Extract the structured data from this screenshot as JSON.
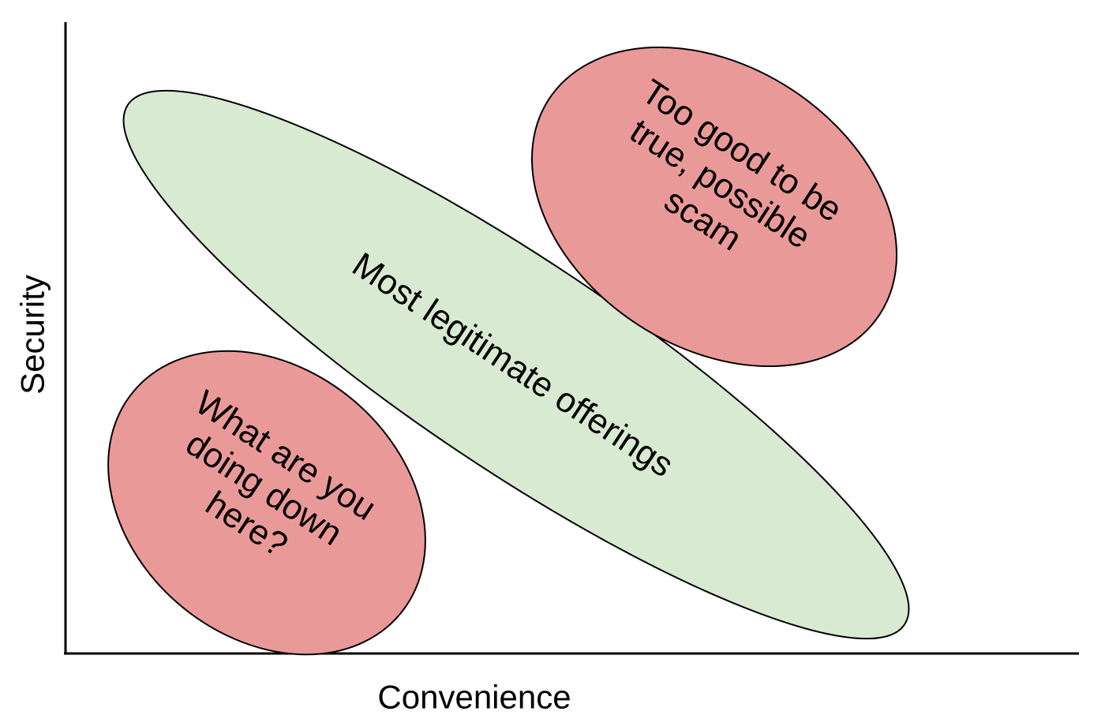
{
  "axes": {
    "x_label": "Convenience",
    "y_label": "Security"
  },
  "regions": [
    {
      "id": "legit",
      "lines": [
        "Most legitimate offerings"
      ],
      "fill": "#d9ead3"
    },
    {
      "id": "scam",
      "lines": [
        "Too good to be",
        "true, possible",
        "scam"
      ],
      "fill": "#ea9999"
    },
    {
      "id": "low",
      "lines": [
        "What are you",
        "doing down",
        "here?"
      ],
      "fill": "#ea9999"
    }
  ]
}
